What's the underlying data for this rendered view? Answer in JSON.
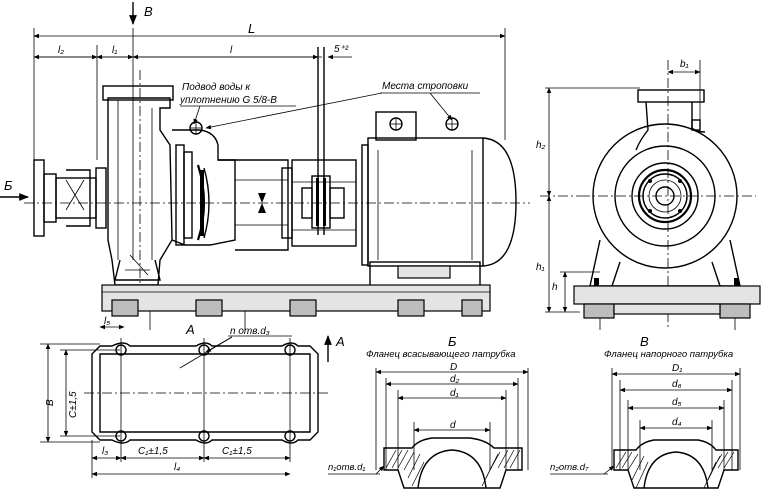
{
  "views": {
    "side": {
      "labels": {
        "view_arrow_top": "В",
        "view_arrow_left": "Б",
        "dim_L": "L",
        "dim_l2": "l₂",
        "dim_l1": "l₁",
        "dim_l": "l",
        "dim_5": "5⁺²",
        "water_supply_line1": "Подвод воды к",
        "water_supply_line2": "уплотнению G 5/8-В",
        "lifting_points": "Места строповки"
      }
    },
    "front": {
      "labels": {
        "dim_b1": "b₁",
        "dim_h2": "h₂",
        "dim_h1": "h₁",
        "dim_h": "h"
      }
    },
    "plan": {
      "labels": {
        "section_A": "А",
        "section_A_arrow": "А",
        "holes": "n отв.d₃",
        "dim_l5": "l₅",
        "dim_B": "В",
        "dim_C": "С±1,5",
        "dim_l3": "l₃",
        "dim_C1": "С₁±1,5",
        "dim_C2": "С₁±1,5",
        "dim_l4": "l₄"
      }
    },
    "flange_suction": {
      "view_letter": "Б",
      "title": "Фланец всасывающего патрубка",
      "labels": {
        "D": "D",
        "d2": "d₂",
        "d1": "d₁",
        "d": "d",
        "holes": "n₁отв.d₁"
      }
    },
    "flange_discharge": {
      "view_letter": "В",
      "title": "Фланец напорного патрубка",
      "labels": {
        "D1": "D₁",
        "d6": "d₆",
        "d5": "d₅",
        "d4": "d₄",
        "holes": "n₂отв.d₇"
      }
    }
  }
}
